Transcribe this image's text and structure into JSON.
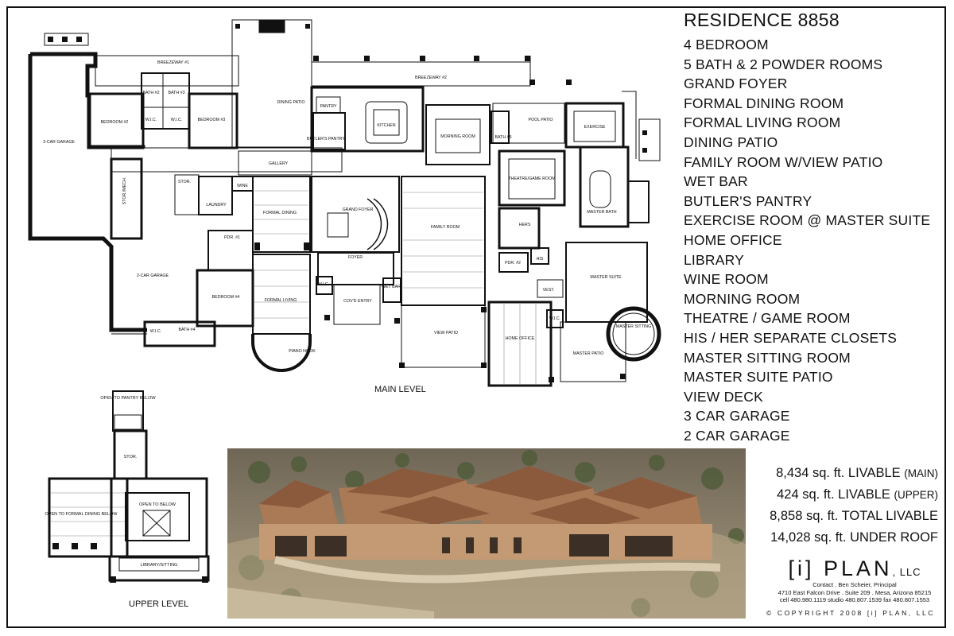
{
  "title": "RESIDENCE 8858",
  "features": [
    "4 BEDROOM",
    "5 BATH & 2 POWDER ROOMS",
    "GRAND FOYER",
    "FORMAL DINING ROOM",
    "FORMAL LIVING ROOM",
    "DINING PATIO",
    "FAMILY ROOM W/VIEW PATIO",
    "WET BAR",
    "BUTLER'S PANTRY",
    "EXERCISE ROOM @ MASTER SUITE",
    "HOME OFFICE",
    "LIBRARY",
    "WINE ROOM",
    "MORNING ROOM",
    "THEATRE / GAME ROOM",
    "HIS / HER SEPARATE CLOSETS",
    "MASTER SITTING ROOM",
    "MASTER SUITE PATIO",
    "VIEW DECK",
    "3 CAR GARAGE",
    "2 CAR GARAGE"
  ],
  "area": [
    {
      "value": "8,434 sq. ft. LIVABLE",
      "unit": "(MAIN)"
    },
    {
      "value": "424 sq. ft. LIVABLE",
      "unit": "(UPPER)"
    },
    {
      "value": "8,858 sq. ft. TOTAL LIVABLE",
      "unit": ""
    },
    {
      "value": "14,028 sq. ft. UNDER ROOF",
      "unit": ""
    }
  ],
  "company": {
    "logo_main": "[i] PLAN",
    "logo_suffix": ", LLC",
    "contact_line1": "Contact .  Ben Scheier, Principal",
    "contact_line2": "4710 East Falcon Drive  .  Suite 209  .  Mesa, Arizona 85215",
    "contact_line3": "cell 480.980.1119    studio 480.807.1539    fax 480.807.1553",
    "copyright": "© COPYRIGHT 2008 [i] PLAN, LLC"
  },
  "levels": {
    "main": "MAIN LEVEL",
    "upper": "UPPER LEVEL"
  },
  "main_rooms": {
    "breezeway1": "BREEZEWAY #1",
    "breezeway2": "BREEZEWAY #2",
    "dining_patio": "DINING PATIO",
    "pantry": "PANTRY",
    "butlers_pantry": "BUTLER'S PANTRY",
    "kitchen": "KITCHEN",
    "morning_room": "MORNING ROOM",
    "pool_patio": "POOL PATIO",
    "exercise": "EXERCISE",
    "three_car_garage": "3-CAR GARAGE",
    "bedroom2": "BEDROOM #2",
    "bedroom3": "BEDROOM #3",
    "bath2": "BATH #2",
    "bath3": "BATH #3",
    "wic_a": "W.I.C.",
    "wic_b": "W.I.C.",
    "stor_mech": "STOR./MECH.",
    "stor": "STOR.",
    "laundry": "LAUNDRY",
    "wine": "WINE",
    "gallery": "GALLERY",
    "formal_dining": "FORMAL DINING",
    "grand_foyer": "GRAND FOYER",
    "family_room": "FAMILY ROOM",
    "theatre": "THEATRE/GAME ROOM",
    "bath5": "BATH #5",
    "master_bath": "MASTER BATH",
    "hers": "HERS",
    "his": "HIS",
    "pdr2": "PDR. #2",
    "pdr1": "PDR. #1",
    "two_car_garage": "2-CAR GARAGE",
    "bedroom4": "BEDROOM #4",
    "formal_living": "FORMAL LIVING",
    "foyer": "FOYER",
    "wic_c": "W.I.C.",
    "covd_entry": "COV'D ENTRY",
    "wet_bar": "WET BAR",
    "master_suite": "MASTER SUITE",
    "vest": "VEST.",
    "wic_d": "W.I.C.",
    "master_sitting": "MASTER SITTING",
    "view_patio": "VIEW PATIO",
    "home_office": "HOME OFFICE",
    "master_patio": "MASTER PATIO",
    "wic_e": "W.I.C.",
    "bath4": "BATH #4",
    "piano_nook": "PIANO NOOK"
  },
  "upper_rooms": {
    "open_pantry": "OPEN TO PANTRY BELOW",
    "stor": "STOR.",
    "open_below": "OPEN TO BELOW",
    "open_dining": "OPEN TO FORMAL DINING BELOW",
    "library": "LIBRARY/SITTING"
  }
}
